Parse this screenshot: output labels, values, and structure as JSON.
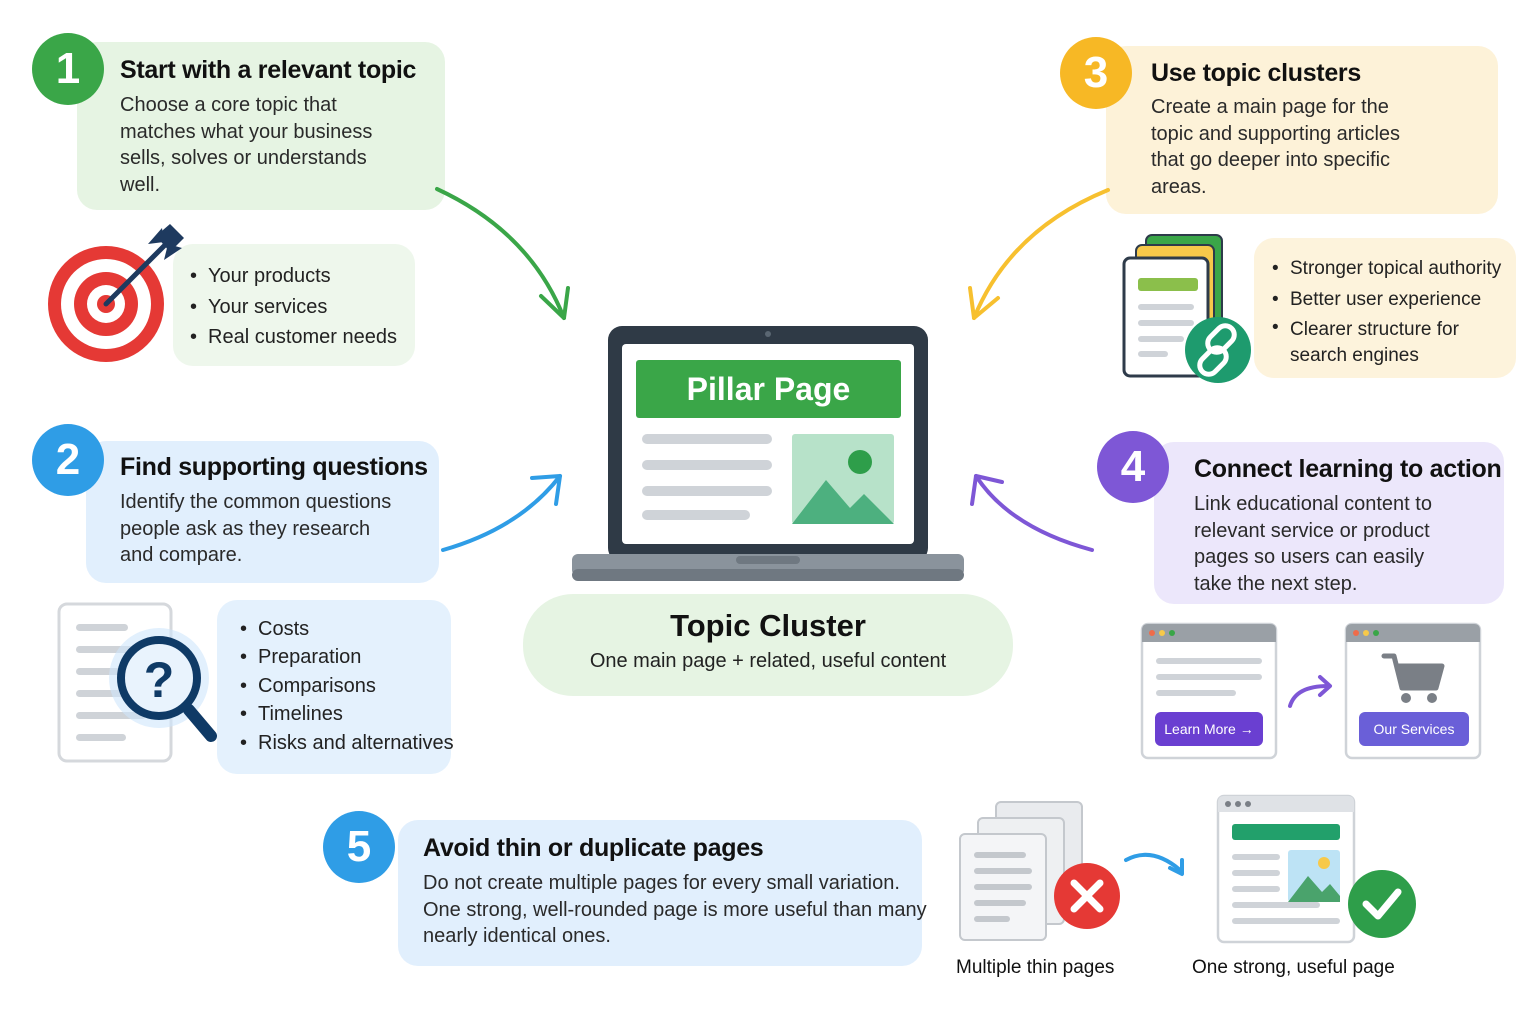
{
  "steps": [
    {
      "number": "1",
      "title": "Start with a relevant topic",
      "description_lines": [
        "Choose a core topic that",
        "matches what your business",
        "sells, solves or understands",
        "well."
      ],
      "bullets": [
        "Your products",
        "Your services",
        "Real customer needs"
      ]
    },
    {
      "number": "2",
      "title": "Find supporting questions",
      "description_lines": [
        "Identify the common questions",
        "people ask as they research",
        "and compare."
      ],
      "bullets": [
        "Costs",
        "Preparation",
        "Comparisons",
        "Timelines",
        "Risks and alternatives"
      ]
    },
    {
      "number": "3",
      "title": "Use topic clusters",
      "description_lines": [
        "Create a main page for the",
        "topic and supporting articles",
        "that go deeper into specific",
        "areas."
      ],
      "bullets": [
        "Stronger topical authority",
        "Better user experience",
        "Clearer structure for",
        "search engines"
      ]
    },
    {
      "number": "4",
      "title": "Connect learning to action",
      "description_lines": [
        "Link educational content to",
        "relevant service or product",
        "pages so users can easily",
        "take the next step."
      ],
      "buttons": [
        "Learn More →",
        "Our Services"
      ]
    },
    {
      "number": "5",
      "title": "Avoid thin or duplicate pages",
      "description_lines": [
        "Do not create multiple pages for every small variation.",
        "One strong, well-rounded page is more useful than many",
        "nearly identical ones."
      ],
      "labels": [
        "Multiple thin pages",
        "One strong, useful page"
      ]
    }
  ],
  "center": {
    "screen_banner": "Pillar Page",
    "title": "Topic Cluster",
    "subtitle": "One main page + related, useful content"
  },
  "icons": {
    "step1": "target-arrow-icon",
    "step2": "magnifier-question-icon",
    "step3": "stacked-pages-link-icon",
    "step4": "browser-cart-icon",
    "step5": "pages-cross-check-icon"
  },
  "colors": {
    "green": "#3aa648",
    "blue": "#2f9de6",
    "yellow": "#f7b825",
    "purple": "#7e57d6",
    "red": "#e53935"
  }
}
